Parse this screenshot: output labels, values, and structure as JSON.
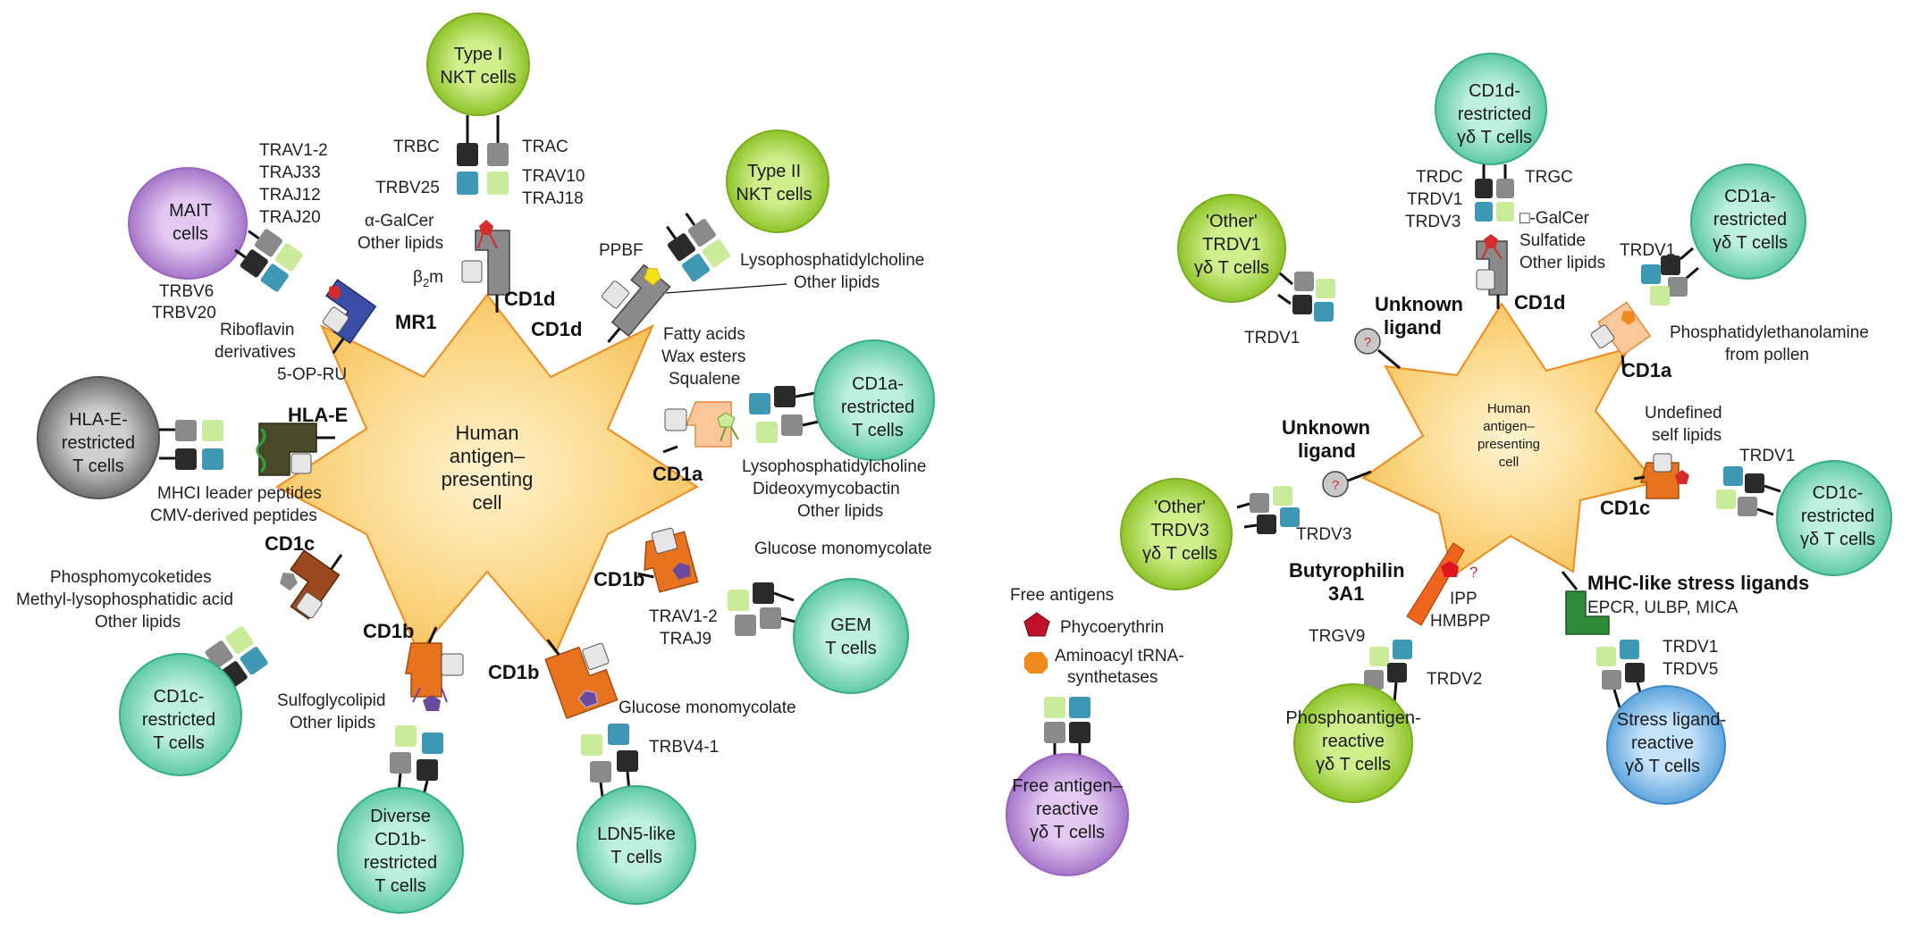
{
  "left_panel": {
    "apc_lines": [
      "Human",
      "antigen–",
      "presenting",
      "cell"
    ],
    "cells": {
      "type1_nkt": [
        "Type I",
        "NKT cells"
      ],
      "type2_nkt": [
        "Type II",
        "NKT cells"
      ],
      "mait": [
        "MAIT",
        "cells"
      ],
      "hlae": [
        "HLA-E-",
        "restricted",
        "T cells"
      ],
      "cd1a": [
        "CD1a-",
        "restricted",
        "T cells"
      ],
      "gem": [
        "GEM",
        "T cells"
      ],
      "cd1c": [
        "CD1c-",
        "restricted",
        "T cells"
      ],
      "cd1b_diverse": [
        "Diverse",
        "CD1b-",
        "restricted",
        "T cells"
      ],
      "ldn5": [
        "LDN5-like",
        "T cells"
      ]
    },
    "molecules": {
      "cd1d_top": "CD1d",
      "cd1d_right": "CD1d",
      "mr1": "MR1",
      "hlae": "HLA-E",
      "cd1a": "CD1a",
      "cd1b_right": "CD1b",
      "cd1b_bottom_right": "CD1b",
      "cd1b_bottom_left": "CD1b",
      "cd1c": "CD1c"
    },
    "labels": {
      "trbc": "TRBC",
      "trac": "TRAC",
      "trbv25": "TRBV25",
      "trav10": "TRAV10",
      "traj18": "TRAJ18",
      "galcer": [
        "α-GalCer",
        "Other lipids"
      ],
      "b2m_base": "β",
      "b2m_sub": "2",
      "b2m_m": "m",
      "mait_tcr_a": [
        "TRAV1-2",
        "TRAJ33",
        "TRAJ12",
        "TRAJ20"
      ],
      "mait_tcr_b": [
        "TRBV6",
        "TRBV20"
      ],
      "riboflavin": [
        "Riboflavin",
        "derivatives",
        "5-OP-RU"
      ],
      "ppbf": "PPBF",
      "lysopc_top": [
        "Lysophosphatidylcholine",
        "Other lipids"
      ],
      "fatty": [
        "Fatty acids",
        "Wax esters",
        "Squalene"
      ],
      "lysopc_right": [
        "Lysophosphatidylcholine",
        "Dideoxymycobactin",
        "Other lipids"
      ],
      "mhci": [
        "MHCI leader peptides",
        "CMV-derived peptides"
      ],
      "gmm_right": "Glucose monomycolate",
      "gem_tcr": [
        "TRAV1-2",
        "TRAJ9"
      ],
      "phospho": [
        "Phosphomycoketides",
        "Methyl-lysophosphatidic acid",
        "Other lipids"
      ],
      "sulfo": [
        "Sulfoglycolipid",
        "Other lipids"
      ],
      "gmm_bottom": "Glucose monomycolate",
      "trbv41": "TRBV4-1"
    }
  },
  "free_antigens": {
    "title": "Free antigens",
    "phycoerythrin": "Phycoerythrin",
    "aminoacyl": [
      "Aminoacyl tRNA-",
      "synthetases"
    ],
    "cell": [
      "Free antigen–",
      "reactive",
      "γδ T cells"
    ]
  },
  "right_panel": {
    "apc_lines": [
      "Human",
      "antigen–",
      "presenting",
      "cell"
    ],
    "cells": {
      "cd1d_gd": [
        "CD1d-",
        "restricted",
        "γδ T cells"
      ],
      "other_trdv1": [
        "'Other'",
        "TRDV1",
        "γδ T cells"
      ],
      "cd1a_gd": [
        "CD1a-",
        "restricted",
        "γδ T cells"
      ],
      "other_trdv3": [
        "'Other'",
        "TRDV3",
        "γδ T cells"
      ],
      "cd1c_gd": [
        "CD1c-",
        "restricted",
        "γδ T cells"
      ],
      "phosphoag": [
        "Phosphoantigen-",
        "reactive",
        "γδ T cells"
      ],
      "stress": [
        "Stress ligand-",
        "reactive",
        "γδ T cells"
      ]
    },
    "molecules": {
      "cd1d": "CD1d",
      "cd1a": "CD1a",
      "cd1c": "CD1c",
      "unknown1": [
        "Unknown",
        "ligand"
      ],
      "unknown2": [
        "Unknown",
        "ligand"
      ],
      "btn": [
        "Butyrophilin",
        "3A1"
      ],
      "mhc_like": "MHC-like stress ligands"
    },
    "labels": {
      "trdc": "TRDC",
      "trdv1_a": "TRDV1",
      "trdv3_a": "TRDV3",
      "trgc": "TRGC",
      "galcer": [
        "□-GalCer",
        "Sulfatide",
        "Other lipids"
      ],
      "trdv1_left": "TRDV1",
      "trdv1_cd1a": "TRDV1",
      "pe_pollen": [
        "Phosphatidylethanolamine",
        "from pollen"
      ],
      "undefined": [
        "Undefined",
        "self lipids"
      ],
      "trdv1_cd1c": "TRDV1",
      "trdv3": "TRDV3",
      "ipp": [
        "IPP",
        "HMBPP"
      ],
      "question": "?",
      "trgv9": "TRGV9",
      "trdv2": "TRDV2",
      "stress_ligands": "EPCR, ULBP, MICA",
      "stress_tcr": [
        "TRDV1",
        "TRDV5"
      ]
    }
  },
  "colors": {
    "apc_fill": "#fbd78a",
    "apc_stroke": "#f08a1c",
    "nkt_green": "#b5dc4a",
    "teal_cell": "#8fdcc0",
    "mait_purple": "#c9a2e0",
    "gray_cell": "#a8a8a8",
    "blue_cell": "#8ec3ec",
    "tcr_dark": "#2a2a2a",
    "tcr_gray": "#8a8a8a",
    "tcr_teal": "#3f98b3",
    "tcr_light_green": "#c9eb9a",
    "cd1d_gray": "#888888",
    "mr1_blue": "#3a4ea8",
    "hlae_olive": "#4a4a2a",
    "cd1a_peach": "#fbc69a",
    "cd1b_orange": "#e8731f",
    "cd1c_brown": "#9a4a1e",
    "stress_green": "#2f8a3a",
    "antigen_red": "#d52b2b",
    "antigen_yellow": "#f5e21a",
    "antigen_purple": "#6a4a9a"
  }
}
